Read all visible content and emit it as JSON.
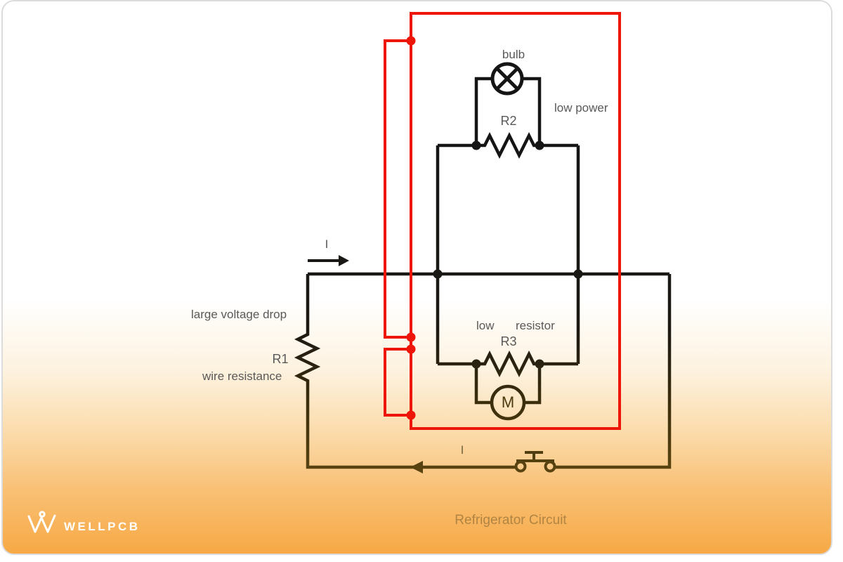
{
  "diagram": {
    "caption": "Refrigerator Circuit",
    "labels": {
      "bulb": "bulb",
      "low_power": "low power",
      "r2": "R2",
      "low": "low",
      "resistor": "resistor",
      "r3": "R3",
      "motor": "M",
      "current_top": "I",
      "current_bottom": "I",
      "large_voltage_drop": "large voltage drop",
      "r1": "R1",
      "wire_resistance": "wire resistance"
    },
    "components": [
      "bulb",
      "resistor R2",
      "resistor R3",
      "motor M",
      "resistor R1 (wire resistance)",
      "push-button switch"
    ]
  },
  "branding": {
    "logo_text": "WELLPCB"
  },
  "colors": {
    "wire_red": "#ee1509",
    "wire_black": "#151515",
    "wire_brown": "#5f4812",
    "label_gray": "#595959",
    "caption_brown": "#b08443",
    "background_bottom_orange": "#f7a945",
    "background_top": "#ffffff",
    "logo_white": "#ffffff"
  }
}
